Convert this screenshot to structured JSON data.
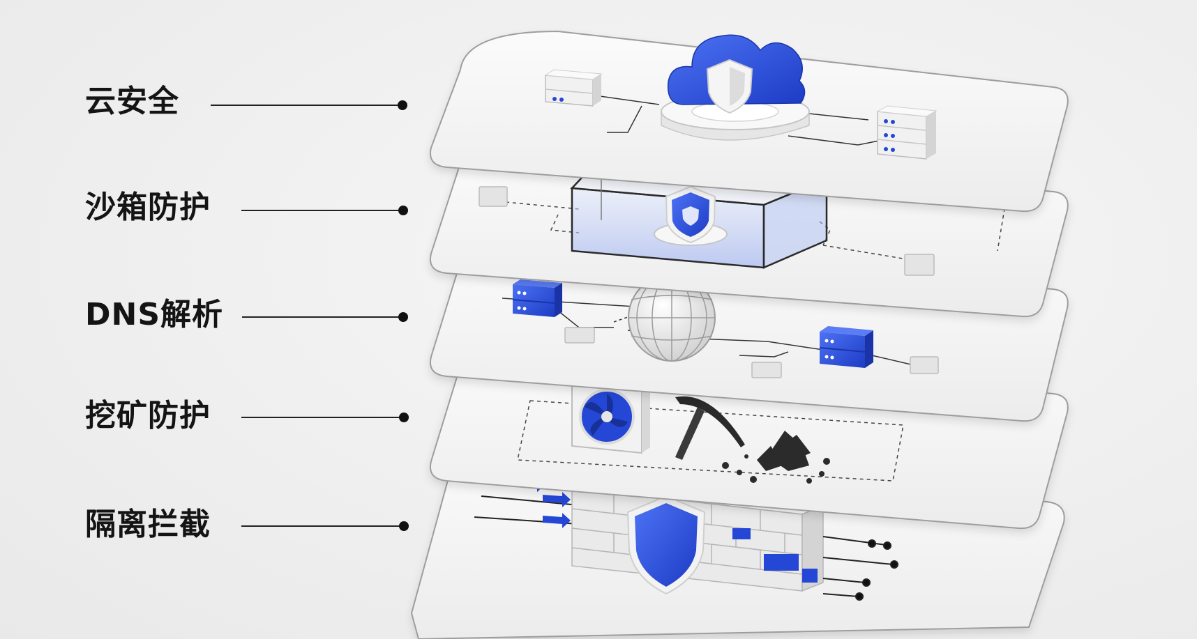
{
  "layers": [
    {
      "label": "云安全",
      "icon": "cloud-shield-icon"
    },
    {
      "label": "沙箱防护",
      "icon": "sandbox-shield-icon"
    },
    {
      "label": "DNS解析",
      "icon": "globe-icon"
    },
    {
      "label": "挖矿防护",
      "icon": "pickaxe-icon"
    },
    {
      "label": "隔离拦截",
      "icon": "firewall-shield-icon"
    }
  ],
  "colors": {
    "accent": "#2447d6",
    "accent_light": "#4a6cf0",
    "panel": "#f4f4f4",
    "panel_edge": "#d8d8d8",
    "text": "#141414"
  }
}
